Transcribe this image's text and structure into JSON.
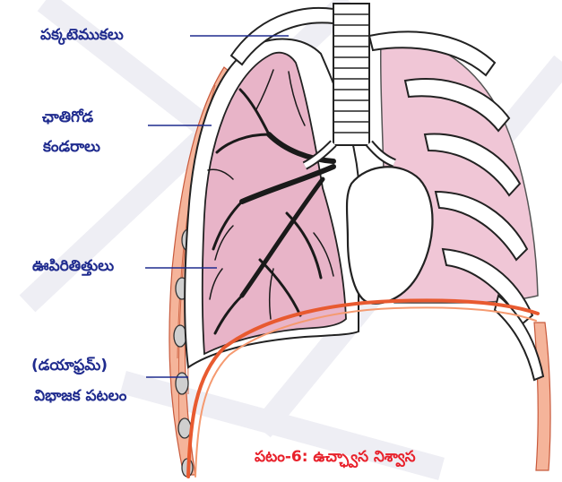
{
  "labels": {
    "ribs": "పక్కటెముకలు",
    "chest_wall_line1": "ఛాతిగోడ",
    "chest_wall_line2": "కండరాలు",
    "lungs": "ఊపిరితిత్తులు",
    "diaphragm_line1": "(డయాఫ్రమ్)",
    "diaphragm_line2": "విభాజక పటలం"
  },
  "caption": "పటం-6: ఉచ్ఛ్వాస నిశ్వాస",
  "colors": {
    "label_text": "#1f2b8e",
    "caption_text": "#e8212b",
    "lung_fill": "#e8b4c8",
    "lung_fill_light": "#efc4d4",
    "muscle": "#e07850",
    "diaphragm": "#f07040",
    "outline": "#1a1a1a"
  }
}
